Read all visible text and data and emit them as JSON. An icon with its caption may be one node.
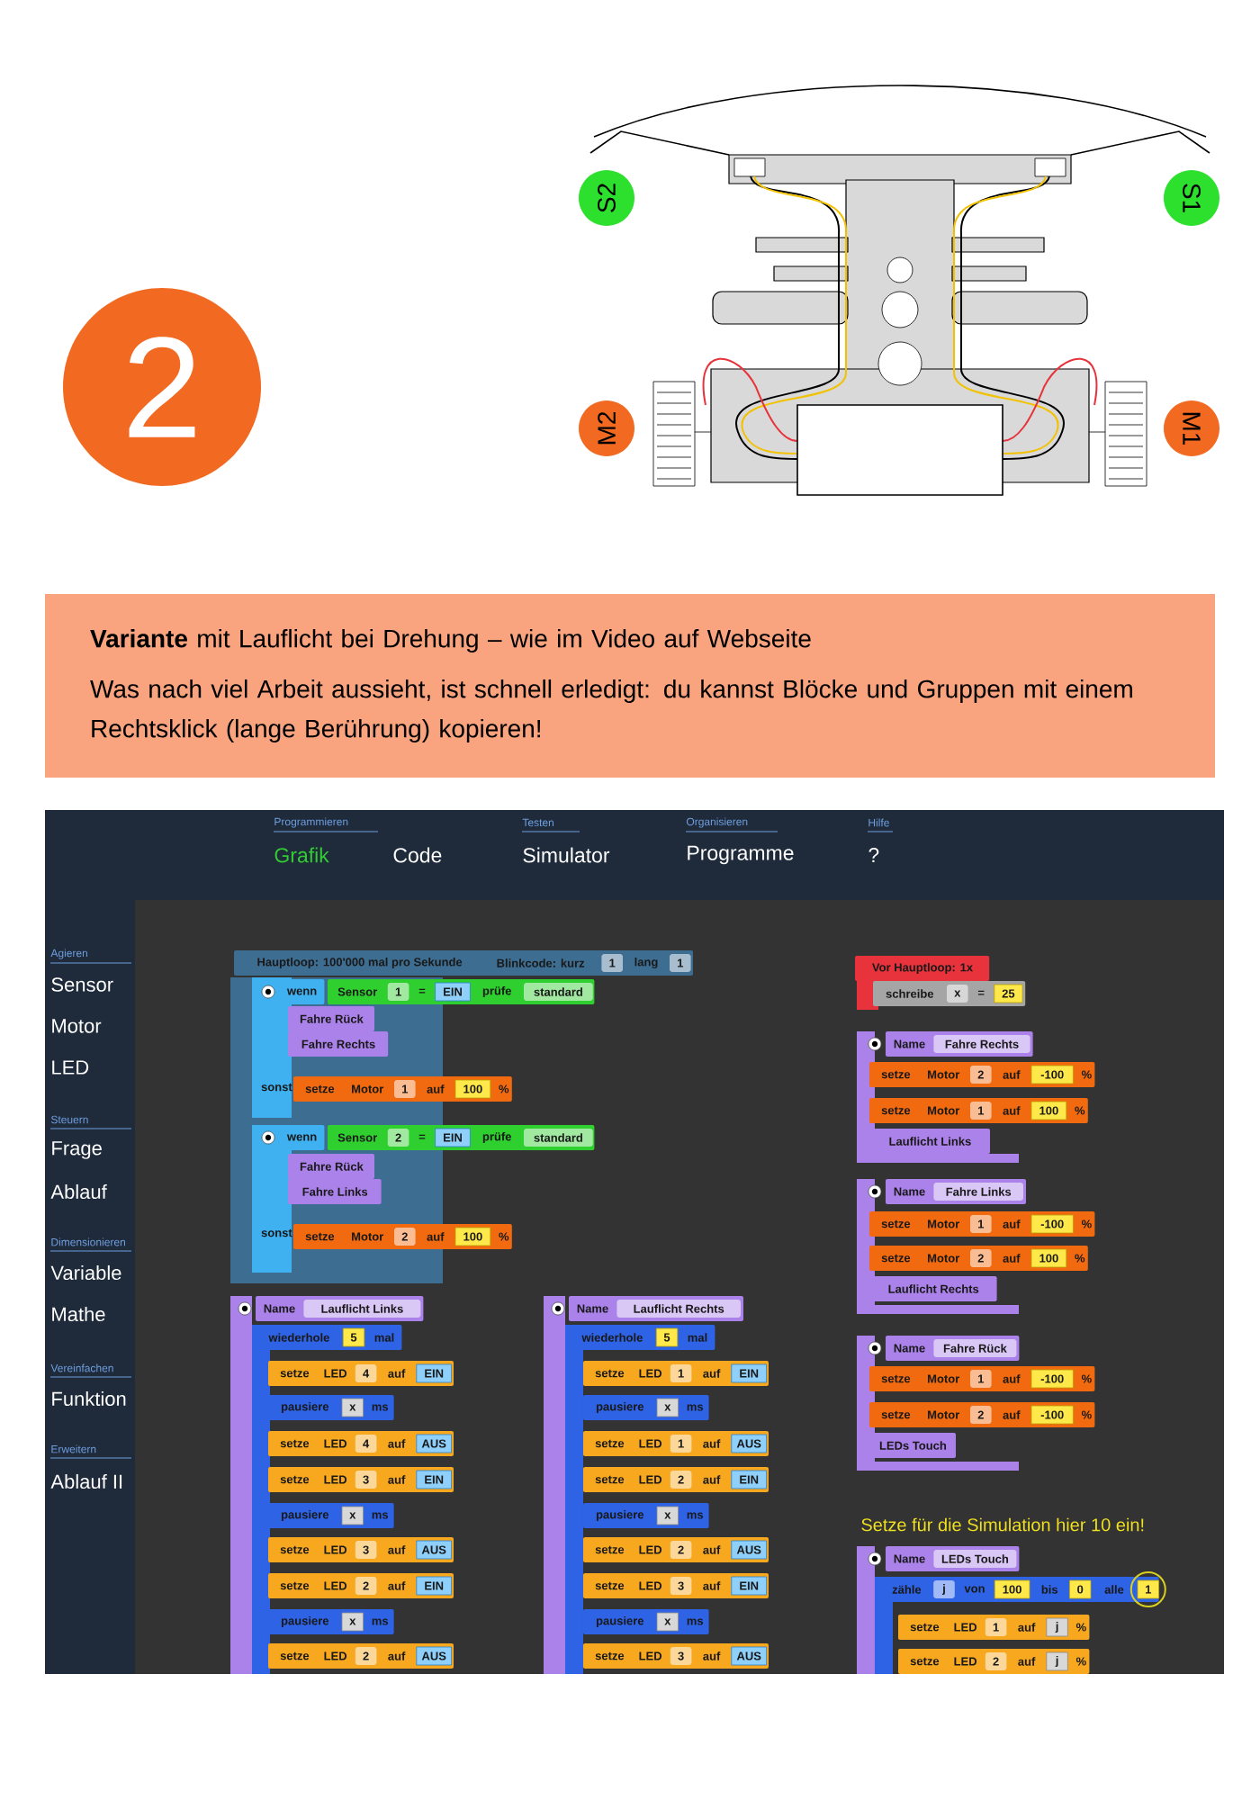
{
  "diagram": {
    "nodes": [
      {
        "text": [
          "2"
        ]
      },
      {
        "text": [
          "S2"
        ]
      },
      {
        "text": [
          "S1"
        ]
      },
      {
        "text": [
          "M2"
        ]
      },
      {
        "text": [
          "M1"
        ]
      },
      {
        "text": [
          "**Variante** mit Lauflicht bei Drehung – wie im Video auf Webseite",
          "Was nach viel Arbeit aussieht, ist schnell erledigt: du kannst Blöcke und Gruppen mit einem Rechtsklick (lange Berührung) kopieren!"
        ]
      }
    ],
    "labels": [
      "Programmieren",
      "Grafik",
      "Code",
      "Testen",
      "Simulator",
      "Organisieren",
      "Programme",
      "Hilfe",
      "?",
      "Agieren",
      "Sensor",
      "Motor",
      "LED",
      "Steuern",
      "Frage",
      "Ablauf",
      "Dimensionieren",
      "Variable",
      "Mathe",
      "Vereinfachen",
      "Funktion",
      "Erweitern",
      "Ablauf II",
      "Hauptloop: 100'000 mal pro Sekunde",
      "Blinkcode: kurz",
      "1",
      "lang",
      "1",
      "wenn",
      "Sensor",
      "1",
      "=",
      "EIN",
      "prüfe",
      "standard",
      "Fahre Rück",
      "Fahre Rechts",
      "sonst",
      "setze",
      "Motor",
      "1",
      "auf",
      "100",
      "%",
      "wenn",
      "Sensor",
      "2",
      "=",
      "EIN",
      "prüfe",
      "standard",
      "Fahre Rück",
      "Fahre Links",
      "sonst",
      "setze",
      "Motor",
      "2",
      "auf",
      "100",
      "%",
      "Vor Hauptloop: 1x",
      "schreibe",
      "x",
      "=",
      "25",
      "Name",
      "Fahre Rechts",
      "setze",
      "Motor",
      "2",
      "auf",
      "-100",
      "%",
      "setze",
      "Motor",
      "1",
      "auf",
      "100",
      "%",
      "Lauflicht Links",
      "Name",
      "Fahre Links",
      "setze",
      "Motor",
      "1",
      "auf",
      "-100",
      "%",
      "setze",
      "Motor",
      "2",
      "auf",
      "100",
      "%",
      "Lauflicht Rechts",
      "Name",
      "Fahre Rück",
      "setze",
      "Motor",
      "1",
      "auf",
      "-100",
      "%",
      "setze",
      "Motor",
      "2",
      "auf",
      "-100",
      "%",
      "LEDs Touch",
      "Name",
      "Lauflicht Links",
      "wiederhole",
      "5",
      "mal",
      "setze",
      "LED",
      "4",
      "auf",
      "EIN",
      "pausiere",
      "x",
      "ms",
      "setze",
      "LED",
      "4",
      "auf",
      "AUS",
      "setze",
      "LED",
      "3",
      "auf",
      "EIN",
      "pausiere",
      "x",
      "ms",
      "setze",
      "LED",
      "3",
      "auf",
      "AUS",
      "setze",
      "LED",
      "2",
      "auf",
      "EIN",
      "pausiere",
      "x",
      "ms",
      "setze",
      "LED",
      "2",
      "auf",
      "AUS",
      "Name",
      "Lauflicht Rechts",
      "wiederhole",
      "5",
      "mal",
      "setze",
      "LED",
      "1",
      "auf",
      "EIN",
      "pausiere",
      "x",
      "ms",
      "setze",
      "LED",
      "1",
      "auf",
      "AUS",
      "setze",
      "LED",
      "2",
      "auf",
      "EIN",
      "pausiere",
      "x",
      "ms",
      "setze",
      "LED",
      "2",
      "auf",
      "AUS",
      "setze",
      "LED",
      "3",
      "auf",
      "EIN",
      "pausiere",
      "x",
      "ms",
      "setze",
      "LED",
      "3",
      "auf",
      "AUS",
      "Setze für die Simulation hier 10 ein!",
      "Name",
      "LEDs Touch",
      "zähle",
      "j",
      "von",
      "100",
      "bis",
      "0",
      "alle",
      "1",
      "setze",
      "LED",
      "1",
      "auf",
      "j",
      "%",
      "setze",
      "LED",
      "2",
      "auf",
      "j",
      "%"
    ]
  }
}
